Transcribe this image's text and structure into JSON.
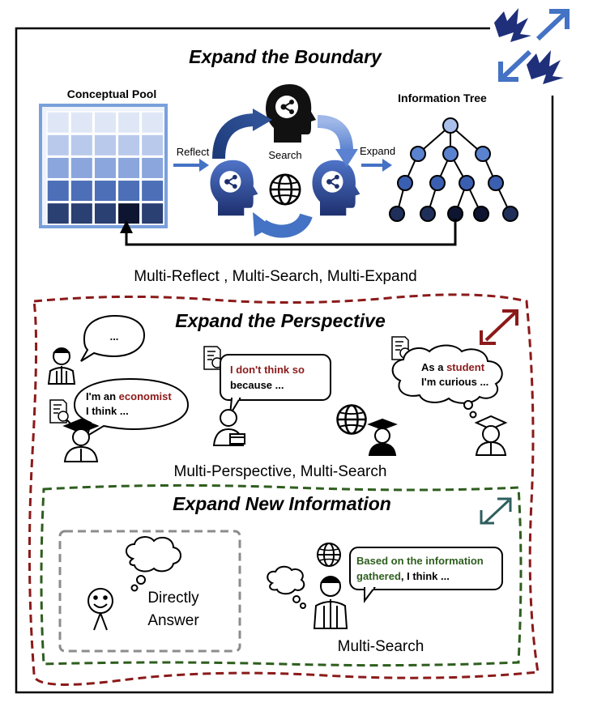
{
  "boundary": {
    "title": "Expand the Boundary",
    "pool_label": "Conceptual Pool",
    "tree_label": "Information Tree",
    "reflect_label": "Reflect",
    "search_label": "Search",
    "expand_label": "Expand",
    "caption": "Multi-Reflect , Multi-Search, Multi-Expand"
  },
  "perspective": {
    "title": "Expand the Perspective",
    "bubble_dots": "...",
    "economist": {
      "pre": "I'm an ",
      "highlight": "economist",
      "line2": "I think ..."
    },
    "disagree": {
      "highlight": "I don't think so",
      "line2": "because ..."
    },
    "student": {
      "pre": "As a ",
      "highlight": "student",
      "line2": "I'm curious ..."
    },
    "caption": "Multi-Perspective, Multi-Search"
  },
  "new_info": {
    "title": "Expand New Information",
    "direct_line1": "Directly",
    "direct_line2": "Answer",
    "based": {
      "highlight1": "Based on the information",
      "highlight2": "gathered",
      "rest": ", I think ..."
    },
    "caption": "Multi-Search"
  },
  "colors": {
    "red_accent": "#8b1a1a",
    "green_accent": "#2e5e1e",
    "blue_accent": "#4472c4",
    "dark_navy": "#1f2f5a",
    "dashed_gray": "#8c8c8c"
  }
}
